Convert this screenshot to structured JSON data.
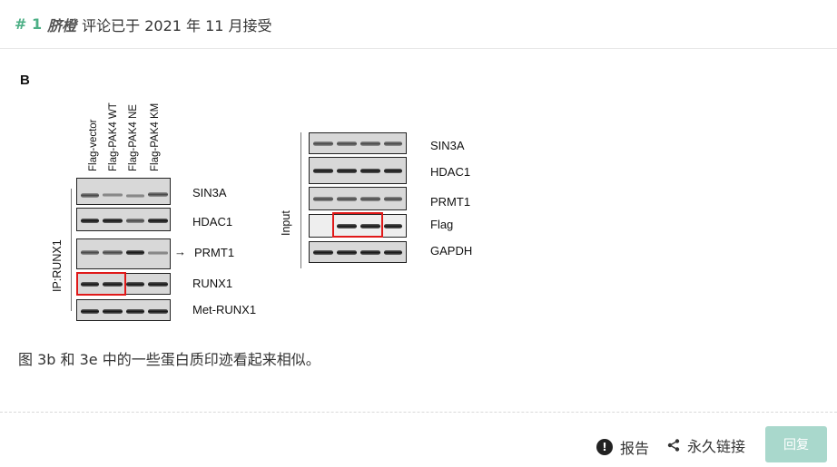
{
  "comment": {
    "number": "# 1",
    "author": "脐橙",
    "meta": "评论已于 2021 年 11 月接受",
    "text": "图 3b 和 3e 中的一些蛋白质印迹看起来相似。"
  },
  "figure": {
    "panel_letter": "B",
    "lanes": [
      "Flag-vector",
      "Flag-PAK4 WT",
      "Flag-PAK4 NE",
      "Flag-PAK4 KM"
    ],
    "ip_label": "IP:RUNX1",
    "input_label": "Input",
    "ip_blots": [
      "SIN3A",
      "HDAC1",
      "PRMT1",
      "RUNX1",
      "Met-RUNX1"
    ],
    "input_blots": [
      "SIN3A",
      "HDAC1",
      "PRMT1",
      "Flag",
      "GAPDH"
    ],
    "accent_color": "#e01919"
  },
  "footer": {
    "report_label": "报告",
    "report_icon": "exclamation-circle-icon",
    "permalink_label": "永久链接",
    "permalink_icon": "share-icon",
    "reply_label": "回复"
  }
}
